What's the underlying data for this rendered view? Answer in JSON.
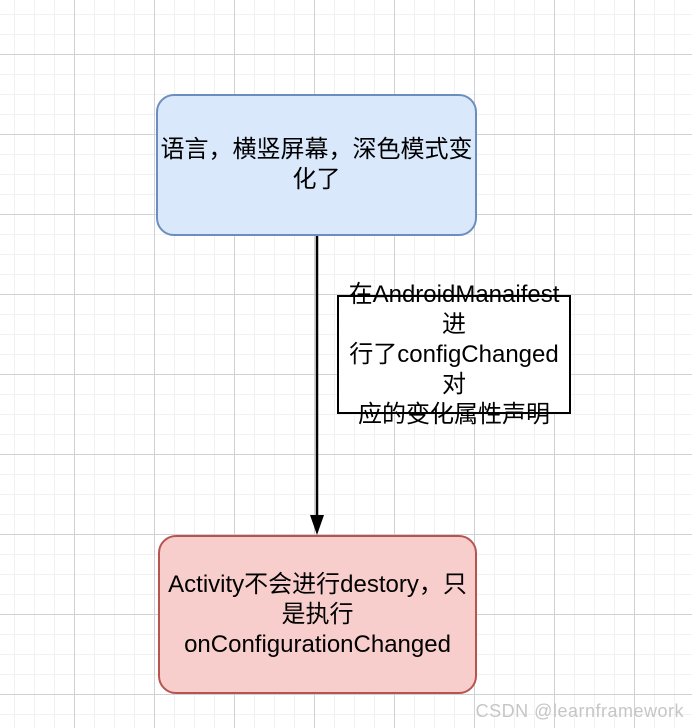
{
  "canvas": {
    "watermark": "CSDN @learnframework",
    "background": "#ffffff",
    "grid_minor_color": "#f0f1f1",
    "grid_major_color": "#cfd1d2"
  },
  "diagram": {
    "nodes": [
      {
        "id": "config-change",
        "shape": "rounded-rectangle",
        "text": "语言，横竖屏幕，深色模式变\n化了",
        "fill": "#dae8fc",
        "border": "#6c8ebf"
      },
      {
        "id": "activity-result",
        "shape": "rounded-rectangle",
        "text": "Activity不会进行destory，只\n是执行\nonConfigurationChanged",
        "fill": "#f8cecc",
        "border": "#b85450"
      }
    ],
    "edge": {
      "from": "config-change",
      "to": "activity-result",
      "style": "solid-arrow",
      "color": "#000000",
      "label": "在AndroidManaifest进\n行了configChanged对\n应的变化属性声明"
    }
  }
}
